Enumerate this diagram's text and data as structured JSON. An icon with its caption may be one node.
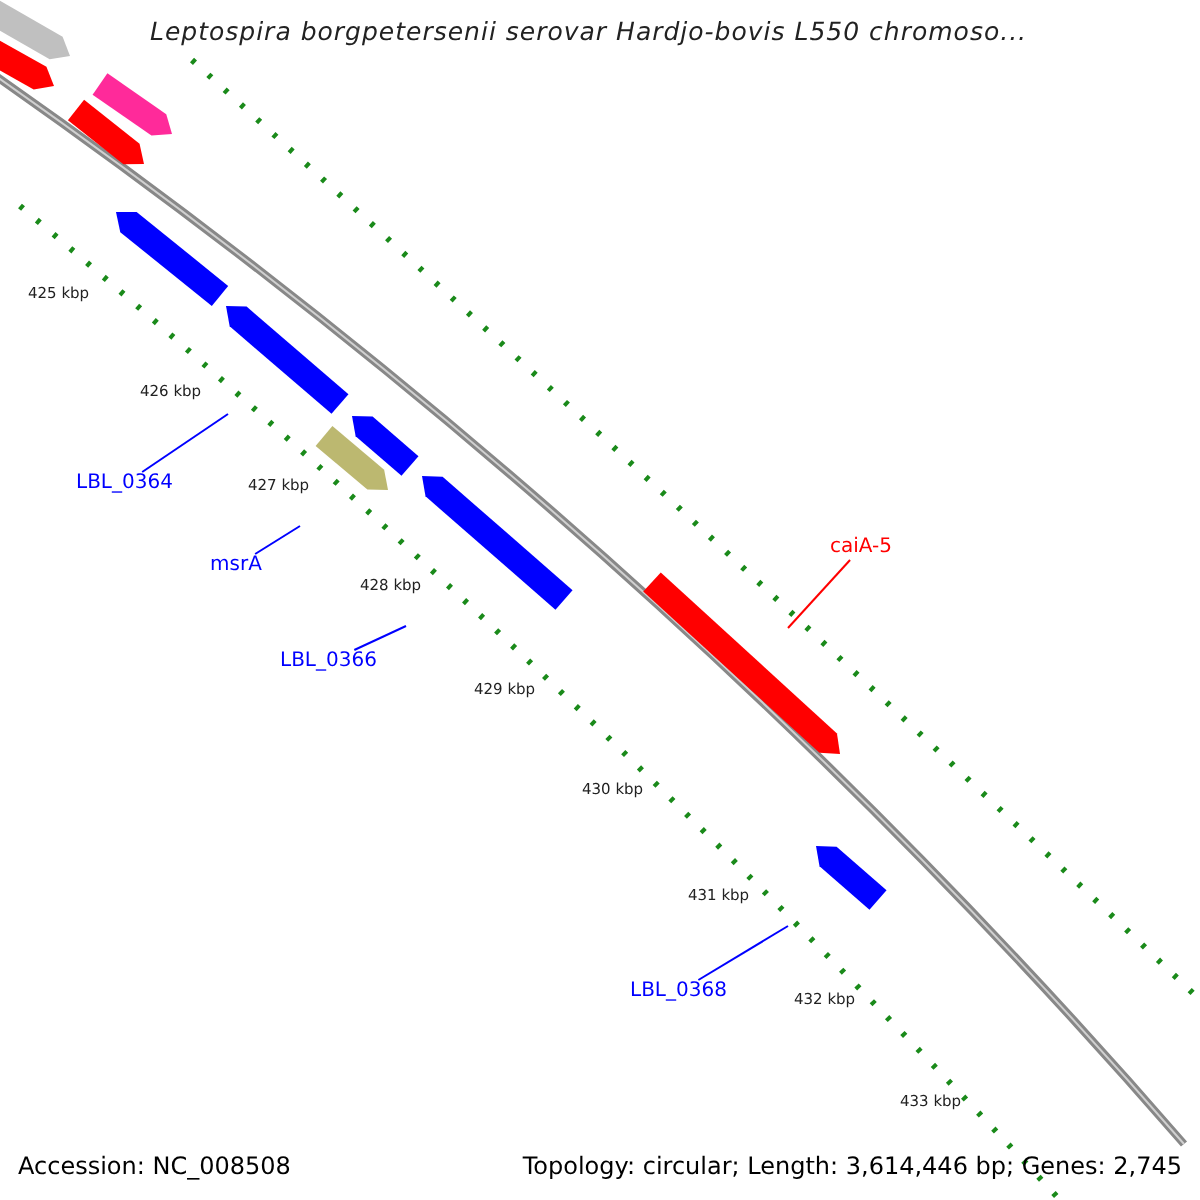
{
  "diagram": {
    "title": "Leptospira borgpetersenii serovar Hardjo-bovis L550 chromoso...",
    "nodes": [
      {
        "text": [
          "LBL_0364"
        ]
      },
      {
        "text": [
          "msrA"
        ]
      },
      {
        "text": [
          "LBL_0366"
        ]
      },
      {
        "text": [
          "caiA-5"
        ]
      },
      {
        "text": [
          "LBL_0368"
        ]
      }
    ],
    "edges": [
      {
        "from": 0,
        "to": null,
        "arrow": "none"
      },
      {
        "from": 1,
        "to": null,
        "arrow": "none"
      },
      {
        "from": 2,
        "to": null,
        "arrow": "none"
      },
      {
        "from": 3,
        "to": null,
        "arrow": "none",
        "color": "#ff0000"
      },
      {
        "from": 4,
        "to": null,
        "arrow": "none"
      }
    ],
    "labels": [
      "425 kbp",
      "426 kbp",
      "427 kbp",
      "428 kbp",
      "429 kbp",
      "430 kbp",
      "431 kbp",
      "432 kbp",
      "433 kbp",
      "Accession: NC_008508",
      "Topology: circular; Length: 3,614,446 bp; Genes: 2,745"
    ]
  }
}
